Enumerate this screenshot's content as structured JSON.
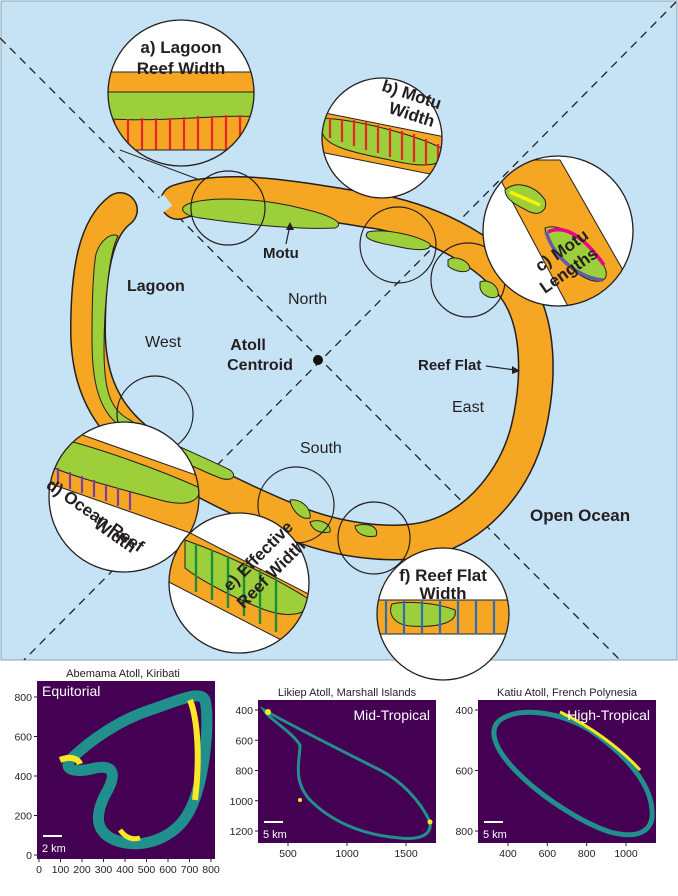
{
  "diagram": {
    "zones": {
      "north": "North",
      "south": "South",
      "east": "East",
      "west": "West"
    },
    "labels": {
      "lagoon": "Lagoon",
      "motu": "Motu",
      "centroid_line1": "Atoll",
      "centroid_line2": "Centroid",
      "reef_flat": "Reef Flat",
      "open_ocean": "Open Ocean"
    },
    "insets": {
      "a": {
        "line1": "a) Lagoon",
        "line2": "Reef Width"
      },
      "b": {
        "line1": "b) Motu",
        "line2": "Width"
      },
      "c": {
        "line1": "c) Motu",
        "line2": "Lengths"
      },
      "d": {
        "line1": "d) Ocean Reef",
        "line2": "Width"
      },
      "e": {
        "line1": "e) Effective",
        "line2": "Reef Width"
      },
      "f": {
        "line1": "f) Reef Flat",
        "line2": "Width"
      }
    },
    "colors": {
      "ocean": "#c6e2f5",
      "reef": "#f5a623",
      "motu": "#9ccf3a",
      "lagoon_measure": "#e8262a",
      "motu_measure": "#e8262a",
      "motu_length_1": "#fff200",
      "motu_length_2": "#ec008c",
      "motu_length_3": "#6558a7",
      "ocean_measure": "#7b3fa0",
      "effective_measure": "#1e8c3a",
      "reef_flat_measure": "#2e6db4"
    }
  },
  "maps": [
    {
      "title": "Abemama Atoll, Kiribati",
      "class_label": "Equitorial",
      "scale_bar": "2 km",
      "x_ticks": [
        "0",
        "100",
        "200",
        "300",
        "400",
        "500",
        "600",
        "700",
        "800"
      ],
      "y_ticks": [
        "0",
        "200",
        "400",
        "600",
        "800"
      ]
    },
    {
      "title": "Likiep Atoll, Marshall Islands",
      "class_label": "Mid-Tropical",
      "scale_bar": "5 km",
      "x_ticks": [
        "500",
        "1000",
        "1500"
      ],
      "y_ticks": [
        "400",
        "600",
        "800",
        "1000",
        "1200"
      ]
    },
    {
      "title": "Katiu Atoll, French Polynesia",
      "class_label": "High-Tropical",
      "scale_bar": "5 km",
      "x_ticks": [
        "400",
        "600",
        "800",
        "1000"
      ],
      "y_ticks": [
        "400",
        "600",
        "800"
      ]
    }
  ],
  "map_colors": {
    "background": "#440154",
    "reef": "#21908d",
    "motu": "#fde725"
  }
}
